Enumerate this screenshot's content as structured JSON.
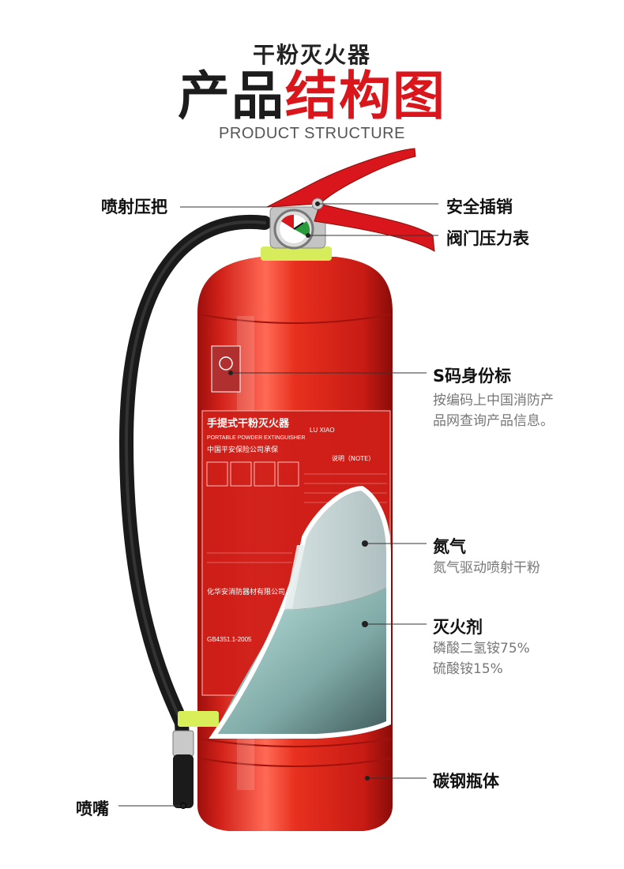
{
  "header": {
    "subtitle": "干粉灭火器",
    "title_part1": "产品",
    "title_part2": "结构图",
    "title_en": "PRODUCT STRUCTURE"
  },
  "labels": {
    "spray_handle": "喷射压把",
    "safety_pin": "安全插销",
    "pressure_gauge": "阀门压力表",
    "s_code_title": "S码身份标",
    "s_code_desc_1": "按编码上中国消防产",
    "s_code_desc_2": "品网查询产品信息。",
    "nitrogen_title": "氮气",
    "nitrogen_desc": "氮气驱动喷射干粉",
    "agent_title": "灭火剂",
    "agent_desc_1": "磷酸二氢铵75%",
    "agent_desc_2": "硫酸铵15%",
    "body_title": "碳钢瓶体",
    "nozzle": "喷嘴"
  },
  "product_label": {
    "name_cn": "手提式干粉灭火器",
    "name_en": "PORTABLE POWDER EXTINGUISHER",
    "insurance": "中国平安保险公司承保",
    "brand": "LU XIAO",
    "note": "说明（NOTE）",
    "company": "化华安消防器材有限公司",
    "standard": "GB4351.1-2005"
  },
  "colors": {
    "accent_red": "#d8161c",
    "cylinder_red": "#e0281e",
    "nitrogen_zone": "#c7d8d8",
    "agent_zone": "#8fb3b0"
  }
}
